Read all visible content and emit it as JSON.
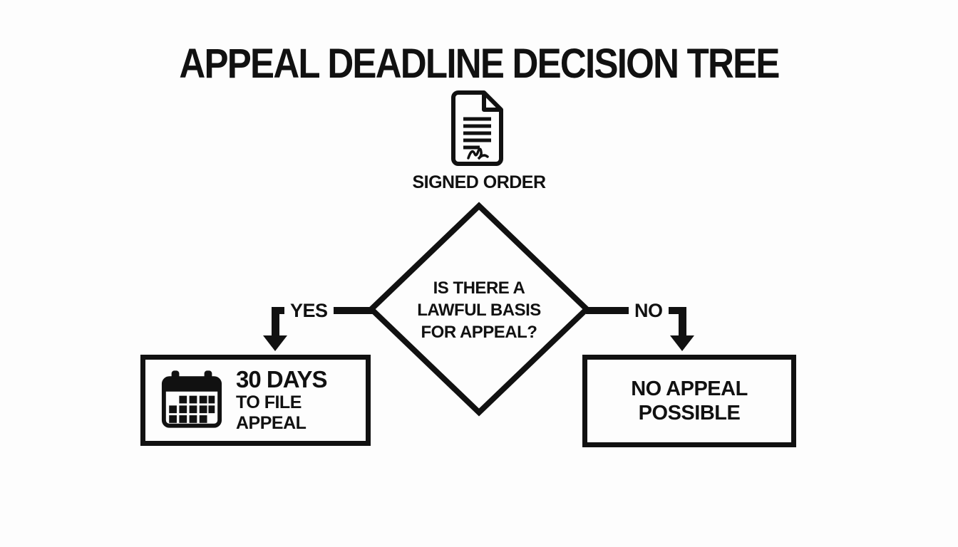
{
  "meta": {
    "background_color": "#fdfdfd",
    "ink_color": "#111111"
  },
  "title": "APPEAL DEADLINE DECISION TREE",
  "flowchart": {
    "start": {
      "icon": "signed-document-icon",
      "label": "SIGNED ORDER"
    },
    "decision": {
      "lines": [
        "IS THERE A",
        "LAWFUL BASIS",
        "FOR APPEAL?"
      ]
    },
    "branches": {
      "yes": {
        "label": "YES",
        "outcome": {
          "icon": "calendar-icon",
          "title": "30 DAYS",
          "subtitle": "TO FILE APPEAL"
        }
      },
      "no": {
        "label": "NO",
        "outcome": {
          "lines": [
            "NO APPEAL",
            "POSSIBLE"
          ]
        }
      }
    }
  }
}
